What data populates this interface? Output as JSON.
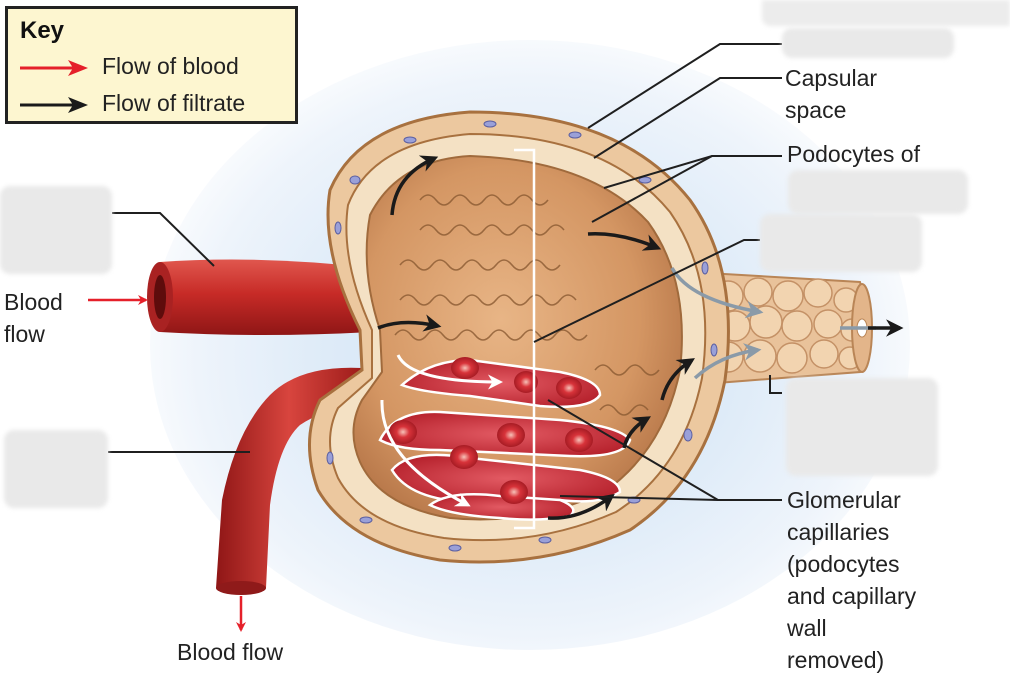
{
  "key": {
    "title": "Key",
    "items": [
      {
        "label": "Flow of blood",
        "color": "#e5202a"
      },
      {
        "label": "Flow of filtrate",
        "color": "#1a1a1a"
      }
    ]
  },
  "labels": {
    "capsular_space": [
      "Capsular",
      "space"
    ],
    "podocytes": "Podocytes of",
    "blood_flow_in": [
      "Blood",
      "flow"
    ],
    "blood_flow_out": "Blood flow",
    "glomerular": [
      "Glomerular",
      "capillaries",
      "(podocytes",
      "and capillary",
      "wall",
      "removed)"
    ]
  },
  "colors": {
    "vessel": "#c8302c",
    "tissue": "#d9a070",
    "capsule": "#e7c39a",
    "blood_cell": "#d8252f",
    "leader_line": "#1f1f1f"
  }
}
